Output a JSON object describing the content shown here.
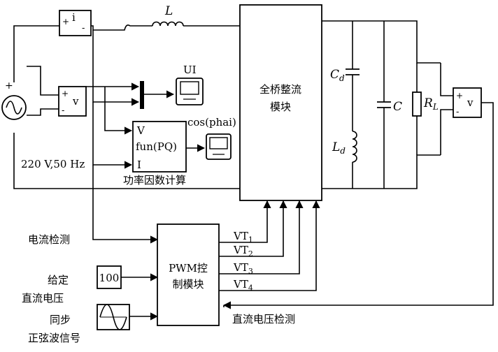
{
  "source": {
    "ac_label": "220 V,50 Hz",
    "polarity_plus": "+"
  },
  "current_sensor": {
    "plus": "+",
    "symbol": "i",
    "minus": "-"
  },
  "voltage_sensor_ac": {
    "plus": "+",
    "symbol": "v",
    "minus": "-"
  },
  "voltage_sensor_dc": {
    "plus": "+",
    "symbol": "v",
    "minus": "-"
  },
  "inductor": {
    "label": "L"
  },
  "scope_ui": {
    "label": "UI"
  },
  "scope_cos": {
    "label": "cos(phai)"
  },
  "pf_block": {
    "in_v": "V",
    "func": "fun(PQ)",
    "in_i": "I",
    "caption": "功率因数计算"
  },
  "rectifier": {
    "line1": "全桥整流",
    "line2": "模块"
  },
  "dc_side": {
    "cd_base": "C",
    "cd_sub": "d",
    "ld_base": "L",
    "ld_sub": "d",
    "c_label": "C",
    "rl_base": "R",
    "rl_sub": "L"
  },
  "pwm": {
    "line1": "PWM控",
    "line2": "制模块",
    "outputs": [
      {
        "base": "VT",
        "sub": "1"
      },
      {
        "base": "VT",
        "sub": "2"
      },
      {
        "base": "VT",
        "sub": "3"
      },
      {
        "base": "VT",
        "sub": "4"
      }
    ]
  },
  "inputs": {
    "current_detect": "电流检测",
    "constant_value": "100",
    "given_line1": "给定",
    "given_line2": "直流电压",
    "sync_line1": "同步",
    "sync_line2": "正弦波信号",
    "dc_voltage_detect": "直流电压检测"
  }
}
